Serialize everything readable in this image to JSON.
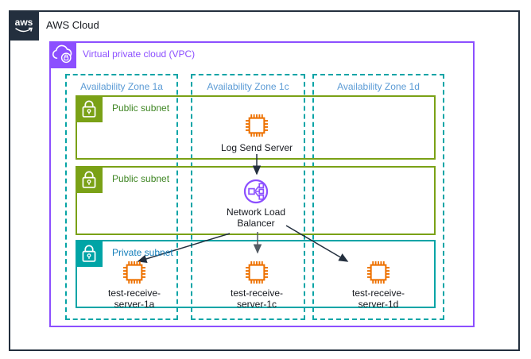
{
  "header": {
    "logo_text": "aws",
    "title": "AWS Cloud"
  },
  "vpc": {
    "label": "Virtual private cloud (VPC)"
  },
  "zones": [
    {
      "label": "Availability Zone 1a"
    },
    {
      "label": "Availability Zone 1c"
    },
    {
      "label": "Availability Zone 1d"
    }
  ],
  "subnets": [
    {
      "label": "Public subnet",
      "type": "public"
    },
    {
      "label": "Public subnet",
      "type": "public"
    },
    {
      "label": "Private subnet",
      "type": "private"
    }
  ],
  "nodes": {
    "log_send_server": {
      "label": "Log Send Server",
      "icon": "ec2-instance-icon"
    },
    "nlb": {
      "label_line1": "Network Load",
      "label_line2": "Balancer",
      "icon": "network-load-balancer-icon"
    },
    "server_1a": {
      "label_line1": "test-receive-",
      "label_line2": "server-1a",
      "icon": "ec2-instance-icon"
    },
    "server_1c": {
      "label_line1": "test-receive-",
      "label_line2": "server-1c",
      "icon": "ec2-instance-icon"
    },
    "server_1d": {
      "label_line1": "test-receive-",
      "label_line2": "server-1d",
      "icon": "ec2-instance-icon"
    }
  },
  "colors": {
    "aws_dark": "#232F3E",
    "vpc_purple": "#8C4FFF",
    "public_subnet_green": "#7AA116",
    "public_label_green": "#3F8624",
    "private_subnet_teal": "#00A4A6",
    "private_label_blue": "#147EBA",
    "az_dashed_teal": "#06A4A6",
    "az_label_blue": "#5B9BD5",
    "ec2_orange": "#ED7100",
    "arrow_dark": "#232F3E",
    "arrow_gray": "#545B64"
  }
}
